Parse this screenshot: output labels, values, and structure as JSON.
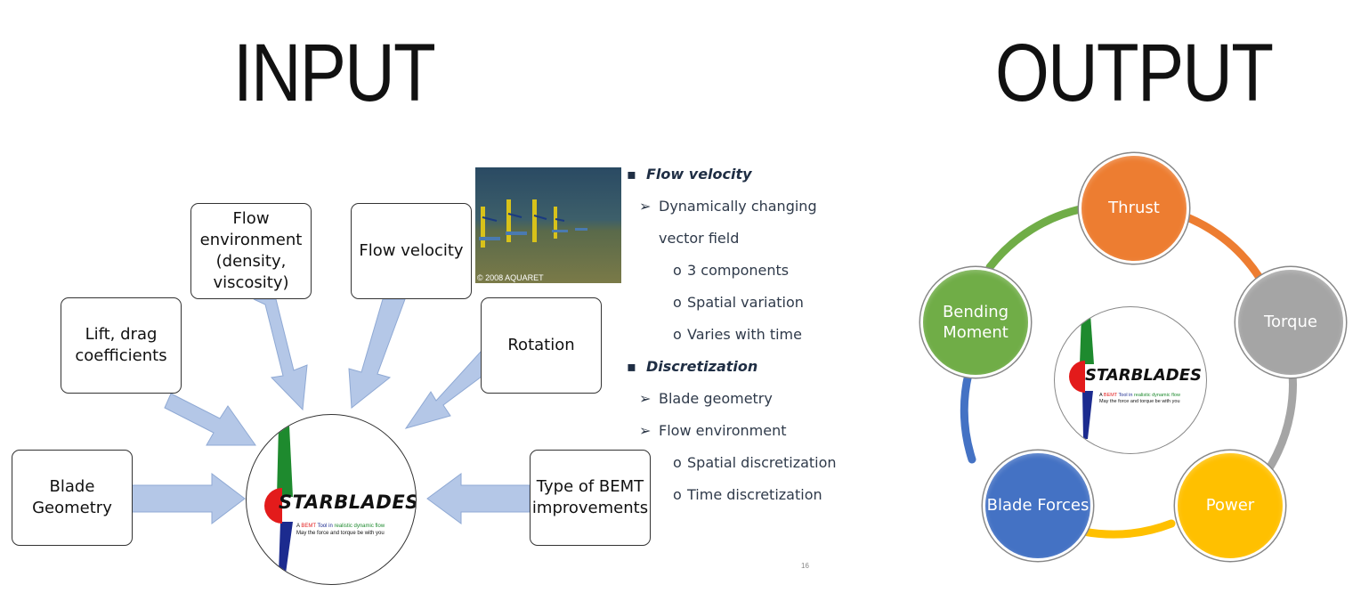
{
  "titles": {
    "input": "INPUT",
    "output": "OUTPUT"
  },
  "input_boxes": {
    "blade_geometry": "Blade Geometry",
    "lift_drag": "Lift, drag coefficients",
    "flow_environment": "Flow environment (density, viscosity)",
    "flow_velocity": "Flow velocity",
    "rotation": "Rotation",
    "bemt_type": "Type of BEMT improvements"
  },
  "logo": {
    "name": "STARBLADES",
    "tagline_prefix": "A ",
    "tagline_bemt": "BEMT",
    "tagline_tool": " Tool in ",
    "tagline_rest": "realistic dynamic flow",
    "tagline2": "May the force and torque be with you"
  },
  "photo": {
    "caption": "© 2008 AQUARET"
  },
  "bullets": [
    {
      "level": 1,
      "marker": "▪",
      "text": "Flow velocity"
    },
    {
      "level": 2,
      "marker": "➢",
      "text": "Dynamically changing"
    },
    {
      "level": 2,
      "marker": "",
      "text": "vector field"
    },
    {
      "level": 3,
      "marker": "o",
      "text": "3 components"
    },
    {
      "level": 3,
      "marker": "o",
      "text": "Spatial variation"
    },
    {
      "level": 3,
      "marker": "o",
      "text": "Varies with time"
    },
    {
      "level": 1,
      "marker": "▪",
      "text": "Discretization"
    },
    {
      "level": 2,
      "marker": "➢",
      "text": "Blade geometry"
    },
    {
      "level": 2,
      "marker": "➢",
      "text": "Flow environment"
    },
    {
      "level": 3,
      "marker": "o",
      "text": "Spatial discretization"
    },
    {
      "level": 3,
      "marker": "o",
      "text": "Time discretization"
    }
  ],
  "page_number": "16",
  "output_nodes": [
    {
      "label": "Thrust",
      "color": "#ed7d31"
    },
    {
      "label": "Torque",
      "color": "#a5a5a5"
    },
    {
      "label": "Power",
      "color": "#ffc000"
    },
    {
      "label": "Blade Forces",
      "color": "#4472c4"
    },
    {
      "label": "Bending Moment",
      "color": "#70ad47"
    }
  ],
  "colors": {
    "arrow_fill": "#b4c7e7",
    "arrow_stroke": "#8fa9d4"
  }
}
